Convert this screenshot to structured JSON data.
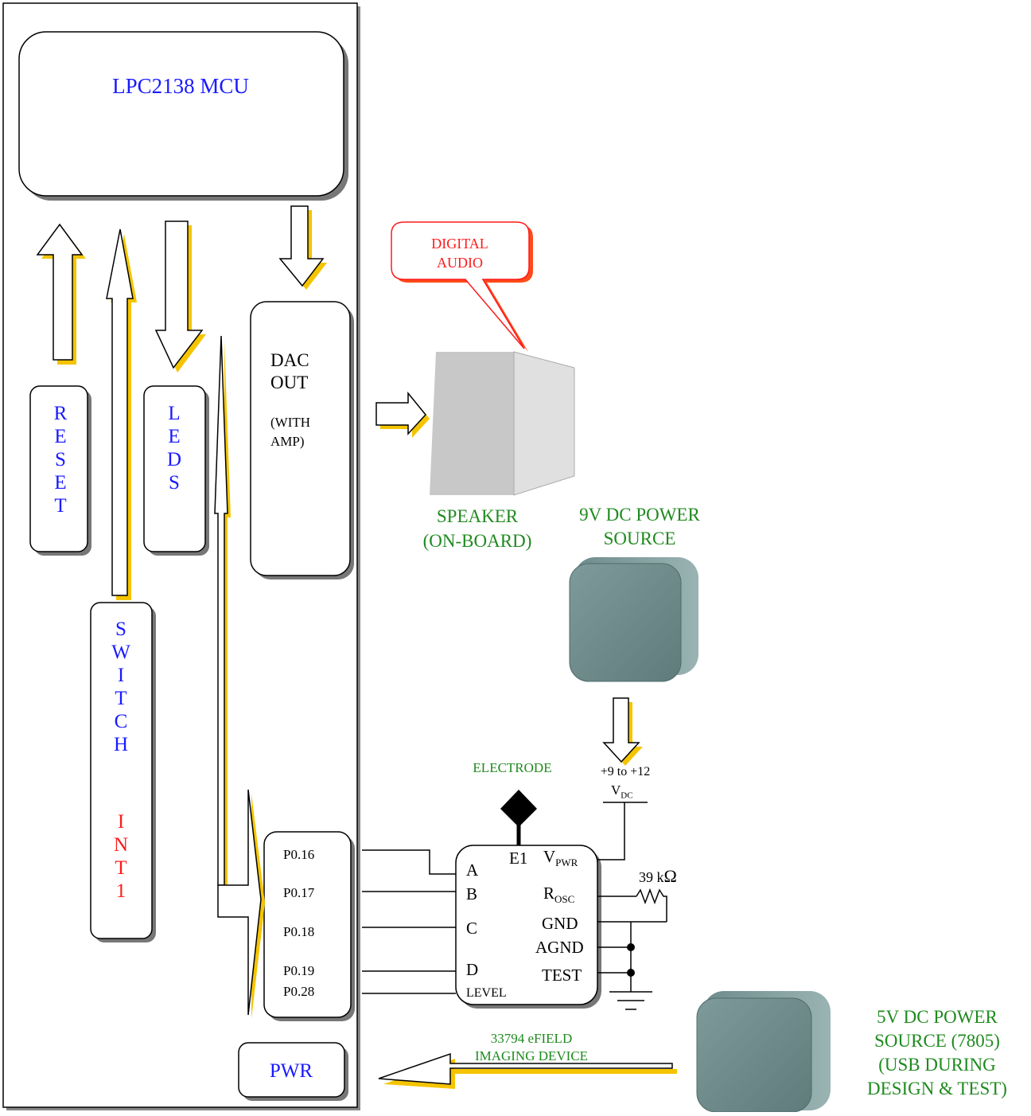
{
  "mcu": {
    "title": "LPC2138 MCU"
  },
  "reset": {
    "letters": [
      "R",
      "E",
      "S",
      "E",
      "T"
    ]
  },
  "leds": {
    "letters": [
      "L",
      "E",
      "D",
      "S"
    ]
  },
  "switch": {
    "letters": [
      "S",
      "W",
      "I",
      "T",
      "C",
      "H"
    ],
    "int_letters": [
      "I",
      "N",
      "T",
      "1"
    ]
  },
  "dac": {
    "line1": "DAC",
    "line2": "OUT",
    "note1": "(WITH",
    "note2": "AMP)"
  },
  "callout": {
    "line1": "DIGITAL",
    "line2": "AUDIO"
  },
  "speaker": {
    "line1": "SPEAKER",
    "line2": "(ON-BOARD)"
  },
  "power9v": {
    "line1": "9V DC POWER",
    "line2": "SOURCE"
  },
  "power5v": {
    "line1": "5V DC POWER",
    "line2": "SOURCE (7805)",
    "line3": "(USB DURING",
    "line4": "DESIGN & TEST)"
  },
  "electrode": {
    "label": "ELECTRODE"
  },
  "supply": {
    "label": "+9 to +12",
    "v": "V",
    "v_sub": "DC"
  },
  "ports": {
    "pins": [
      "P0.16",
      "P0.17",
      "P0.18",
      "P0.19",
      "P0.28"
    ]
  },
  "chip": {
    "left_pins": [
      "A",
      "B",
      "C",
      "D",
      "LEVEL"
    ],
    "e1": "E1",
    "vpwr": "V",
    "vpwr_sub": "PWR",
    "rosc": "R",
    "rosc_sub": "OSC",
    "gnd": "GND",
    "agnd": "AGND",
    "test": "TEST"
  },
  "resistor": {
    "value": "39 k",
    "unit": "Ω"
  },
  "device": {
    "line1": "33794 eFIELD",
    "line2": "IMAGING DEVICE"
  },
  "pwr": {
    "label": "PWR"
  },
  "colors": {
    "label_blue": "#1a1aff",
    "label_green": "#1f8a1f",
    "label_red": "#ff1a1a",
    "shadow_yellow": "#f5c400",
    "battery": "#6e8a8a"
  }
}
